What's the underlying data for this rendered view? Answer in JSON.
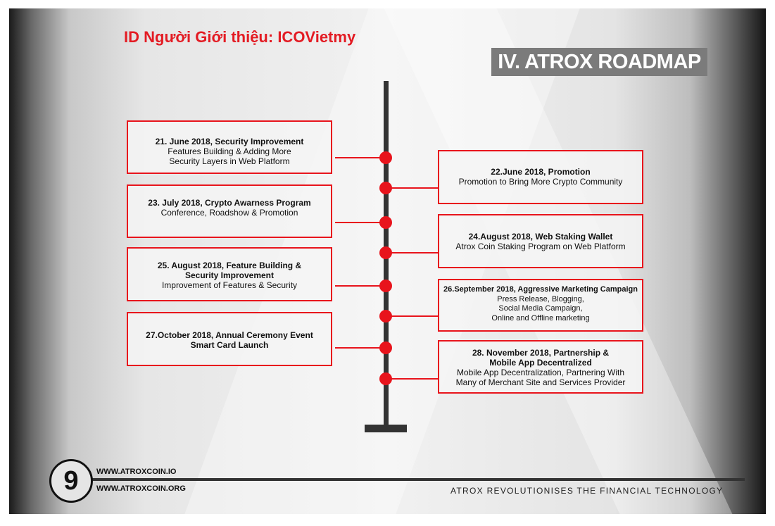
{
  "referral": "ID Người Giới thiệu: ICOVietmy",
  "title": "IV. ATROX ROADMAP",
  "left_items": [
    {
      "heading": "21. June 2018, Security Improvement",
      "body": "Features Building & Adding More Security Layers in Web Platform"
    },
    {
      "heading": "23. July 2018, Crypto Awarness Program",
      "body": "Conference, Roadshow & Promotion"
    },
    {
      "heading": "25. August 2018, Feature Building & Security Improvement",
      "body": "Improvement of Features & Security"
    },
    {
      "heading": "27.October 2018, Annual Ceremony Event Smart Card Launch",
      "body": ""
    }
  ],
  "right_items": [
    {
      "heading": "22.June 2018, Promotion",
      "body": "Promotion to Bring More Crypto Community"
    },
    {
      "heading": "24.August 2018, Web Staking Wallet",
      "body": "Atrox Coin Staking Program on Web Platform"
    },
    {
      "heading": "26.September 2018, Aggressive Marketing Campaign",
      "body": "Press Release, Blogging, Social Media Campaign, Online and Offline marketing"
    },
    {
      "heading": "28. November 2018, Partnership & Mobile App Decentralized",
      "body": "Mobile App Decentralization, Partnering With Many of Merchant Site and Services Provider"
    }
  ],
  "footer": {
    "page_number": "9",
    "url1": "WWW.ATROXCOIN.IO",
    "url2": "WWW.ATROXCOIN.ORG",
    "tagline": "ATROX REVOLUTIONISES THE FINANCIAL TECHNOLOGY"
  },
  "colors": {
    "accent": "#e8141c",
    "title_bg": "#7b7b7b"
  }
}
